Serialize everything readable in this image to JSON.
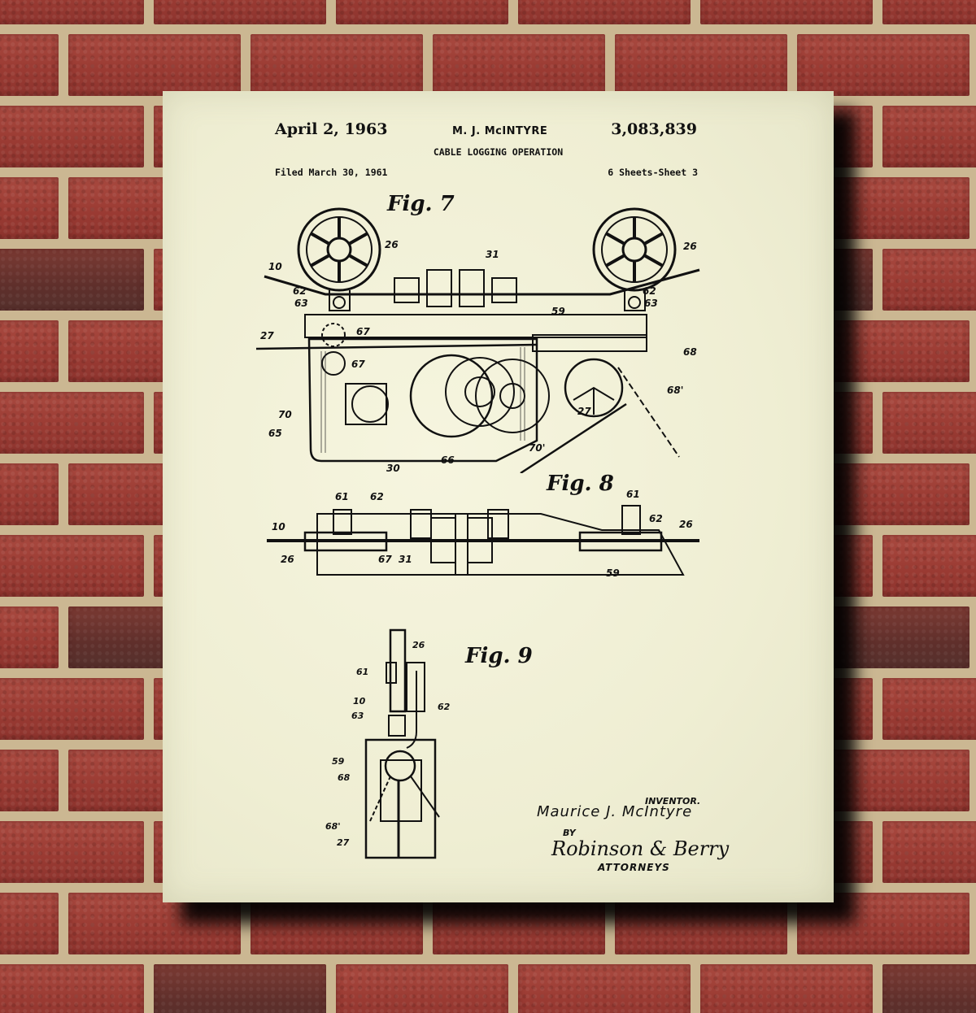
{
  "scene": {
    "description": "Framed patent print poster on a red brick wall",
    "colors": {
      "brick": "#9b3b33",
      "mortar": "#cbb792",
      "paper": "#f0efd4",
      "ink": "#111111"
    }
  },
  "poster": {
    "header": {
      "date": "April 2, 1963",
      "inventor": "M. J. McINTYRE",
      "patent_number": "3,083,839",
      "title": "CABLE LOGGING OPERATION",
      "filed": "Filed March 30, 1961",
      "sheets": "6 Sheets-Sheet 3"
    },
    "figures": [
      {
        "label": "Fig. 7",
        "callouts": [
          "10",
          "26",
          "31",
          "26",
          "62",
          "63",
          "62",
          "63",
          "59",
          "27",
          "67",
          "67",
          "68",
          "70",
          "65",
          "68'",
          "27",
          "70'",
          "30",
          "66"
        ]
      },
      {
        "label": "Fig. 8",
        "callouts": [
          "61",
          "62",
          "61",
          "62",
          "26",
          "10",
          "26",
          "67",
          "31",
          "59"
        ]
      },
      {
        "label": "Fig. 9",
        "callouts": [
          "26",
          "61",
          "10",
          "62",
          "63",
          "59",
          "68",
          "68'",
          "27"
        ]
      }
    ],
    "signature": {
      "inventor_label": "INVENTOR.",
      "inventor_name": "Maurice J. McIntyre",
      "by": "BY",
      "attorney_signature": "Robinson & Berry",
      "attorneys_label": "ATTORNEYS"
    }
  }
}
